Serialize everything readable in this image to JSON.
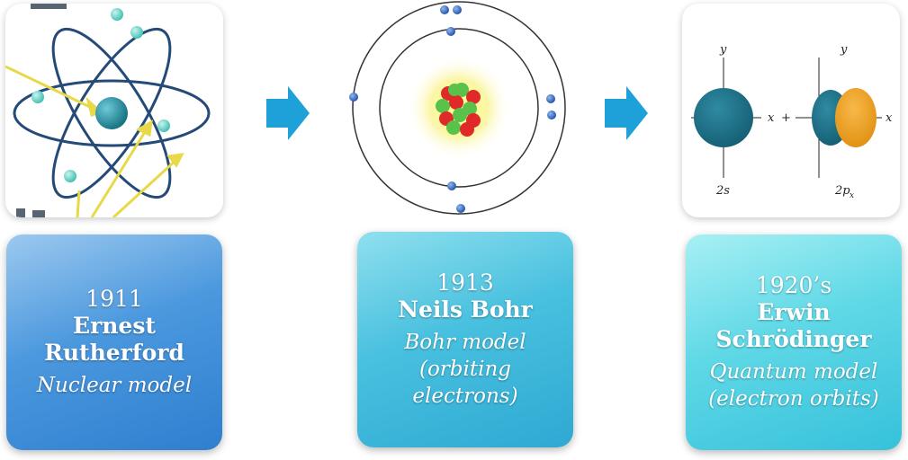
{
  "colors": {
    "arrow": "#1ea0d8",
    "nucleus_teal": "#1e6e86",
    "orbital_orange": "#f3a128",
    "proton_red": "#e02a2a",
    "neutron_green": "#5ac24a",
    "electron_blue": "#2f6fc8"
  },
  "panels": [
    {
      "year": "1911",
      "name": "Ernest Rutherford",
      "model": "Nuclear model",
      "image_icon": "rutherford-atom-icon"
    },
    {
      "year": "1913",
      "name": "Neils Bohr",
      "model": "Bohr model (orbiting electrons)",
      "image_icon": "bohr-atom-icon"
    },
    {
      "year": "1920’s",
      "name": "Erwin Schrödinger",
      "model": "Quantum model (electron orbits)",
      "image_icon": "quantum-orbitals-icon"
    }
  ],
  "orbital_figure": {
    "axis_x": "x",
    "axis_y": "y",
    "plus": "+",
    "label_s": "2s",
    "label_p": "2p",
    "label_p_sub": "x"
  },
  "arrows": [
    "arrow-right-icon",
    "arrow-right-icon"
  ]
}
